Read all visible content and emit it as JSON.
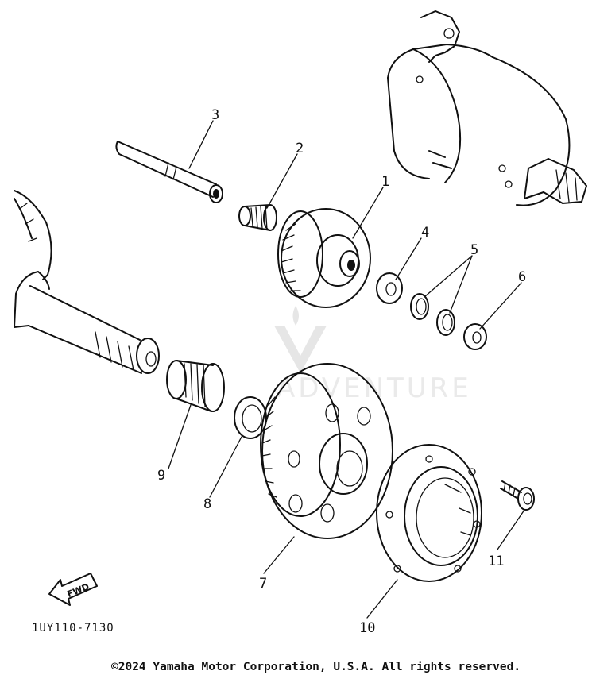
{
  "labels": {
    "p1": "1",
    "p2": "2",
    "p3": "3",
    "p4": "4",
    "p5": "5",
    "p6": "6",
    "p7": "7",
    "p8": "8",
    "p9": "9",
    "p10": "10",
    "p11": "11"
  },
  "fwd_arrow": {
    "text": "FWD"
  },
  "diagram_code": "1UY110-7130",
  "copyright": "©2024 Yamaha Motor Corporation, U.S.A. All rights reserved.",
  "watermark": {
    "text": "ADVENTURE",
    "icon": "v-logo-icon"
  }
}
